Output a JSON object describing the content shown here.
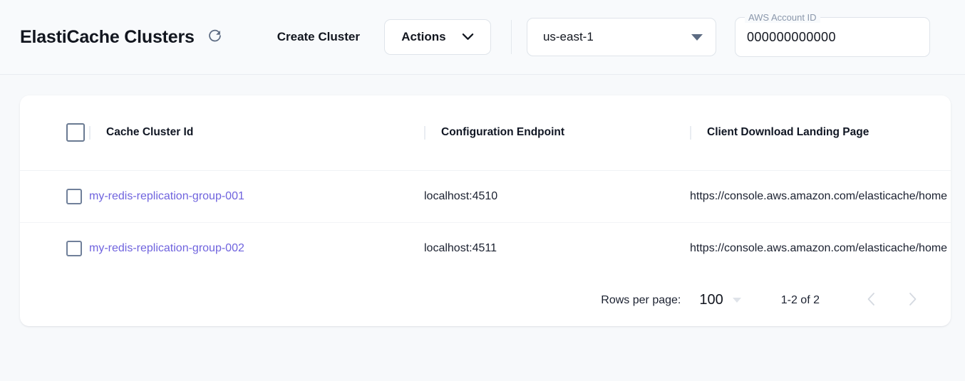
{
  "header": {
    "title": "ElastiCache Clusters",
    "refresh_icon": "refresh-icon",
    "create_cluster_label": "Create Cluster",
    "actions_label": "Actions",
    "actions_caret_icon": "chevron-down-icon",
    "region": {
      "value": "us-east-1",
      "caret_icon": "triangle-down-icon"
    },
    "account": {
      "legend": "AWS Account ID",
      "value": "000000000000"
    }
  },
  "table": {
    "columns": [
      {
        "key": "id",
        "label": "Cache Cluster Id"
      },
      {
        "key": "endpoint",
        "label": "Configuration Endpoint"
      },
      {
        "key": "url",
        "label": "Client Download Landing Page"
      }
    ],
    "rows": [
      {
        "id": "my-redis-replication-group-001",
        "endpoint": "localhost:4510",
        "url": "https://console.aws.amazon.com/elasticache/home"
      },
      {
        "id": "my-redis-replication-group-002",
        "endpoint": "localhost:4511",
        "url": "https://console.aws.amazon.com/elasticache/home"
      }
    ]
  },
  "paginator": {
    "rows_per_page_label": "Rows per page:",
    "rows_per_page_value": "100",
    "range_label": "1-2 of 2",
    "prev_icon": "chevron-left-icon",
    "next_icon": "chevron-right-icon"
  },
  "colors": {
    "link": "#6f63de",
    "page_bg": "#f7f9fb",
    "card_bg": "#ffffff",
    "text": "#12161f"
  }
}
